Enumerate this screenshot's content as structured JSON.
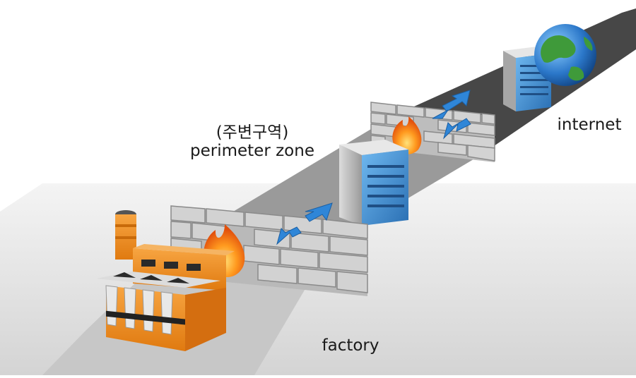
{
  "labels": {
    "perimeter_korean": "(주변구역)",
    "perimeter_zone": "perimeter zone",
    "internet": "internet",
    "factory": "factory"
  },
  "colors": {
    "road": "#454545",
    "zone": "#9e9e9e",
    "ground": "#dcdcdc",
    "brick": "#c9c9c9",
    "server_blue": "#3d8fd6",
    "arrow_blue": "#2f86d8",
    "factory_orange": "#f08a1c",
    "flame": "#f06a10"
  },
  "icons": [
    "factory-icon",
    "firewall-icon",
    "flame-icon",
    "server-icon",
    "globe-icon",
    "arrow-icon"
  ]
}
